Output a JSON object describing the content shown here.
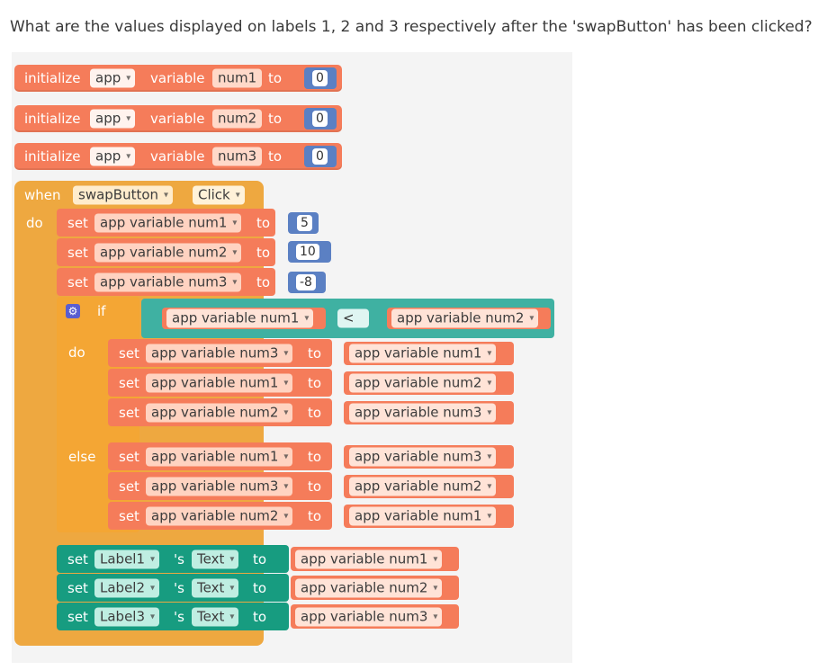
{
  "question": "What are the values displayed on labels 1, 2 and 3 respectively after the 'swapButton' has been clicked?",
  "keywords": {
    "initialize": "initialize",
    "variable": "variable",
    "to": "to",
    "when": "when",
    "do": "do",
    "set": "set",
    "if": "if",
    "else": "else",
    "possessive": "'s"
  },
  "scope": "app",
  "globals": [
    {
      "name": "num1",
      "value": "0"
    },
    {
      "name": "num2",
      "value": "0"
    },
    {
      "name": "num3",
      "value": "0"
    }
  ],
  "event": {
    "component": "swapButton",
    "event": "Click"
  },
  "assignments": [
    {
      "var": "app variable num1",
      "value": "5"
    },
    {
      "var": "app variable num2",
      "value": "10"
    },
    {
      "var": "app variable num3",
      "value": "-8"
    }
  ],
  "condition": {
    "left": "app variable num1",
    "op": "<",
    "right": "app variable num2"
  },
  "then_branch": [
    {
      "var": "app variable num3",
      "value": "app variable num1"
    },
    {
      "var": "app variable num1",
      "value": "app variable num2"
    },
    {
      "var": "app variable num2",
      "value": "app variable num3"
    }
  ],
  "else_branch": [
    {
      "var": "app variable num1",
      "value": "app variable num3"
    },
    {
      "var": "app variable num3",
      "value": "app variable num2"
    },
    {
      "var": "app variable num2",
      "value": "app variable num1"
    }
  ],
  "label_sets": [
    {
      "component": "Label1",
      "prop": "Text",
      "value": "app variable num1"
    },
    {
      "component": "Label2",
      "prop": "Text",
      "value": "app variable num2"
    },
    {
      "component": "Label3",
      "prop": "Text",
      "value": "app variable num3"
    }
  ],
  "colors": {
    "variable": "#f57c5a",
    "number": "#5b80c3",
    "control": "#eea840",
    "compare": "#3fb1a2",
    "component_setter": "#179c80"
  }
}
